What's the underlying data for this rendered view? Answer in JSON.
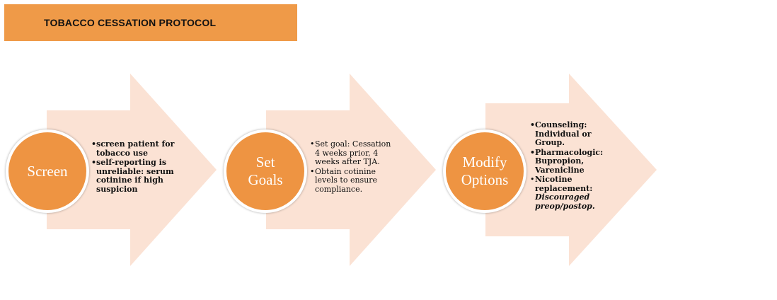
{
  "title": "TOBACCO CESSATION PROTOCOL",
  "colors": {
    "banner": "#ef9a48",
    "circle": "#ee9442",
    "arrow": "#fbe2d4",
    "text": "#111111",
    "circle_text": "#ffffff"
  },
  "steps": [
    {
      "label": "Screen",
      "bullets": [
        "screen patient for tobacco use",
        "self-reporting is unreliable: serum cotinine if high suspicion"
      ]
    },
    {
      "label": "Set\nGoals",
      "bullets": [
        "Set goal: Cessation 4 weeks prior, 4 weeks after TJA.",
        "Obtain cotinine levels to ensure compliance."
      ]
    },
    {
      "label": "Modify\nOptions",
      "bullets": [
        "Counseling: Individual or Group.",
        "Pharmacologic: Bupropion, Varenicline",
        "Nicotine replacement:"
      ],
      "note": "Discouraged preop/postop."
    }
  ]
}
